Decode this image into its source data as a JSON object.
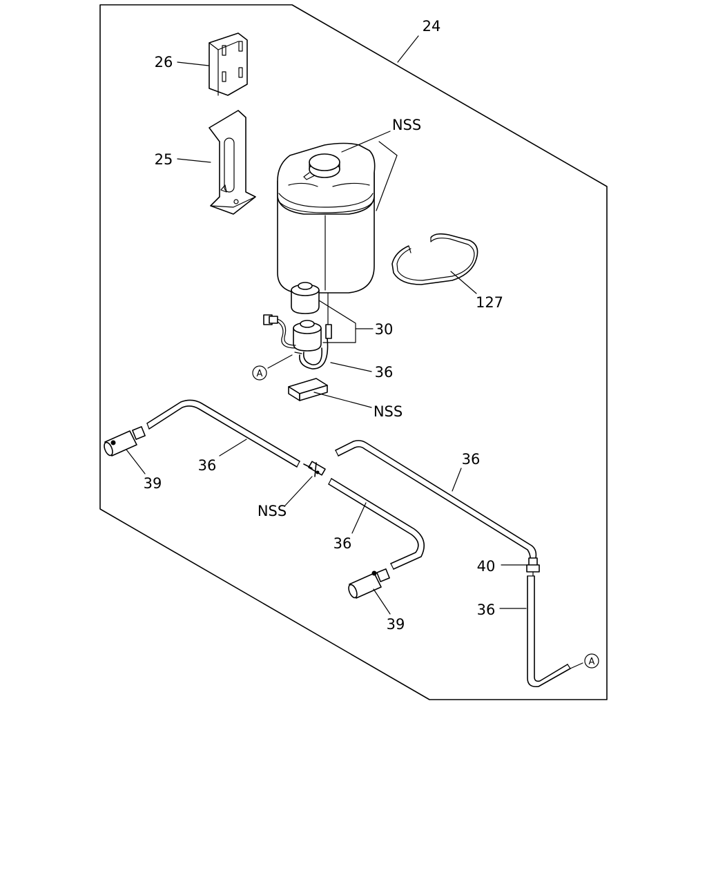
{
  "callouts": {
    "kit": "24",
    "bracket_upper": "26",
    "bracket_lower": "25",
    "tank_nss": "NSS",
    "band": "127",
    "pump": "30",
    "hose_pump": "36",
    "ref_a_left": "A",
    "pad_nss": "NSS",
    "hose_left": "36",
    "nozzle_left": "39",
    "joint_nss": "NSS",
    "hose_right": "36",
    "hose_center": "36",
    "nozzle_bottom": "39",
    "check_valve": "40",
    "hose_vertical": "36",
    "ref_a_right": "A"
  }
}
